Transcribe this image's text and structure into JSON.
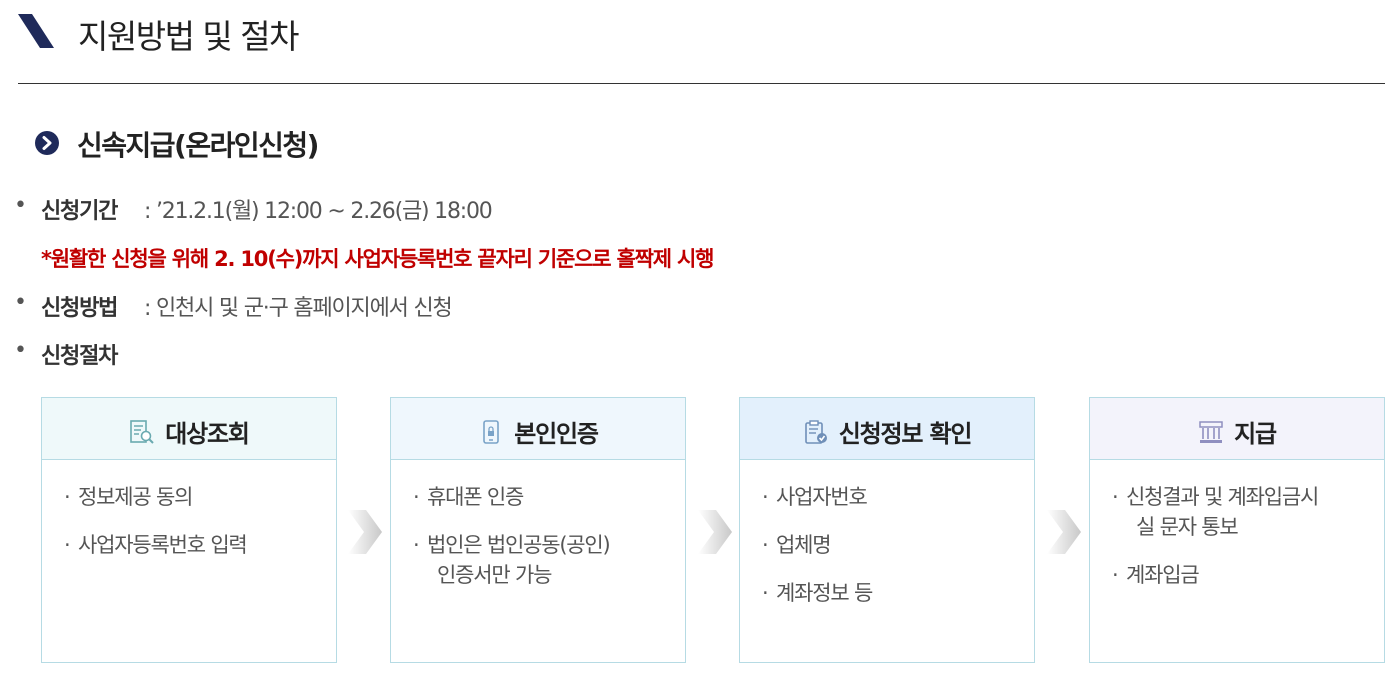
{
  "header": {
    "title": "지원방법 및 절차"
  },
  "section": {
    "title": "신속지급(온라인신청)"
  },
  "info": {
    "bullet": "•",
    "period_label": "신청기간",
    "period_value": ": ’21.2.1(월) 12:00 ~ 2.26(금) 18:00",
    "note": "*원활한 신청을 위해 2. 10(수)까지 사업자등록번호 끝자리 기준으로 홀짝제 시행",
    "method_label": "신청방법",
    "method_value": ": 인천시 및 군·구 홈페이지에서 신청",
    "procedure_label": "신청절차"
  },
  "steps": [
    {
      "title": "대상조회",
      "icon": "document-search-icon",
      "items": [
        "정보제공 동의",
        "사업자등록번호 입력"
      ]
    },
    {
      "title": "본인인증",
      "icon": "phone-lock-icon",
      "items": [
        [
          "법인은 법인공동(공인)",
          "인증서만 가능"
        ]
      ],
      "first": "휴대폰 인증"
    },
    {
      "title": "신청정보 확인",
      "icon": "clipboard-check-icon",
      "items": [
        "사업자번호",
        "업체명",
        "계좌정보 등"
      ]
    },
    {
      "title": "지급",
      "icon": "bank-icon",
      "first_lines": [
        "신청결과 및 계좌입금시",
        "실 문자 통보"
      ],
      "items": [
        "계좌입금"
      ]
    }
  ],
  "colors": {
    "accent_navy": "#1f2a5a",
    "note_red": "#c00000",
    "box_border": "#b6dbe4"
  }
}
